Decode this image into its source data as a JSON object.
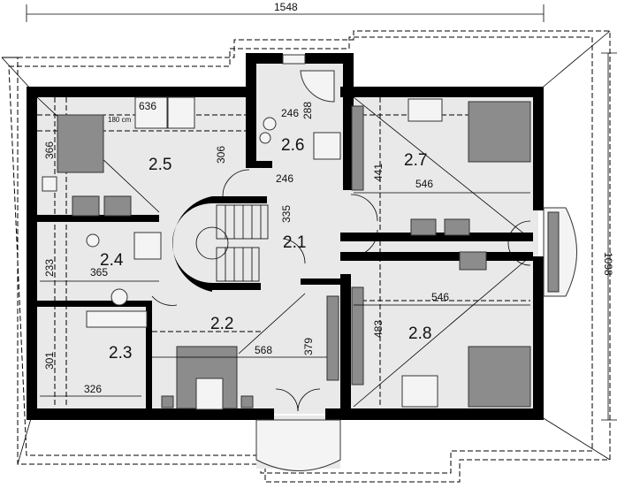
{
  "dimensions": {
    "overall_width": "1548",
    "overall_depth": "1098",
    "d636": "636",
    "d366": "366",
    "d306": "306",
    "d246a": "246",
    "d288": "288",
    "d246b": "246",
    "d441": "441",
    "d546a": "546",
    "d335": "335",
    "d233": "233",
    "d365": "365",
    "d301": "301",
    "d326": "326",
    "d568": "568",
    "d379": "379",
    "d483": "483",
    "d546b": "546",
    "bed_note": "180 cm"
  },
  "rooms": {
    "r21": "2.1",
    "r22": "2.2",
    "r23": "2.3",
    "r24": "2.4",
    "r25": "2.5",
    "r26": "2.6",
    "r27": "2.7",
    "r28": "2.8"
  },
  "colors": {
    "wall": "#000000",
    "floor": "#e9e9e9",
    "furniture": "#8c8c8c"
  }
}
